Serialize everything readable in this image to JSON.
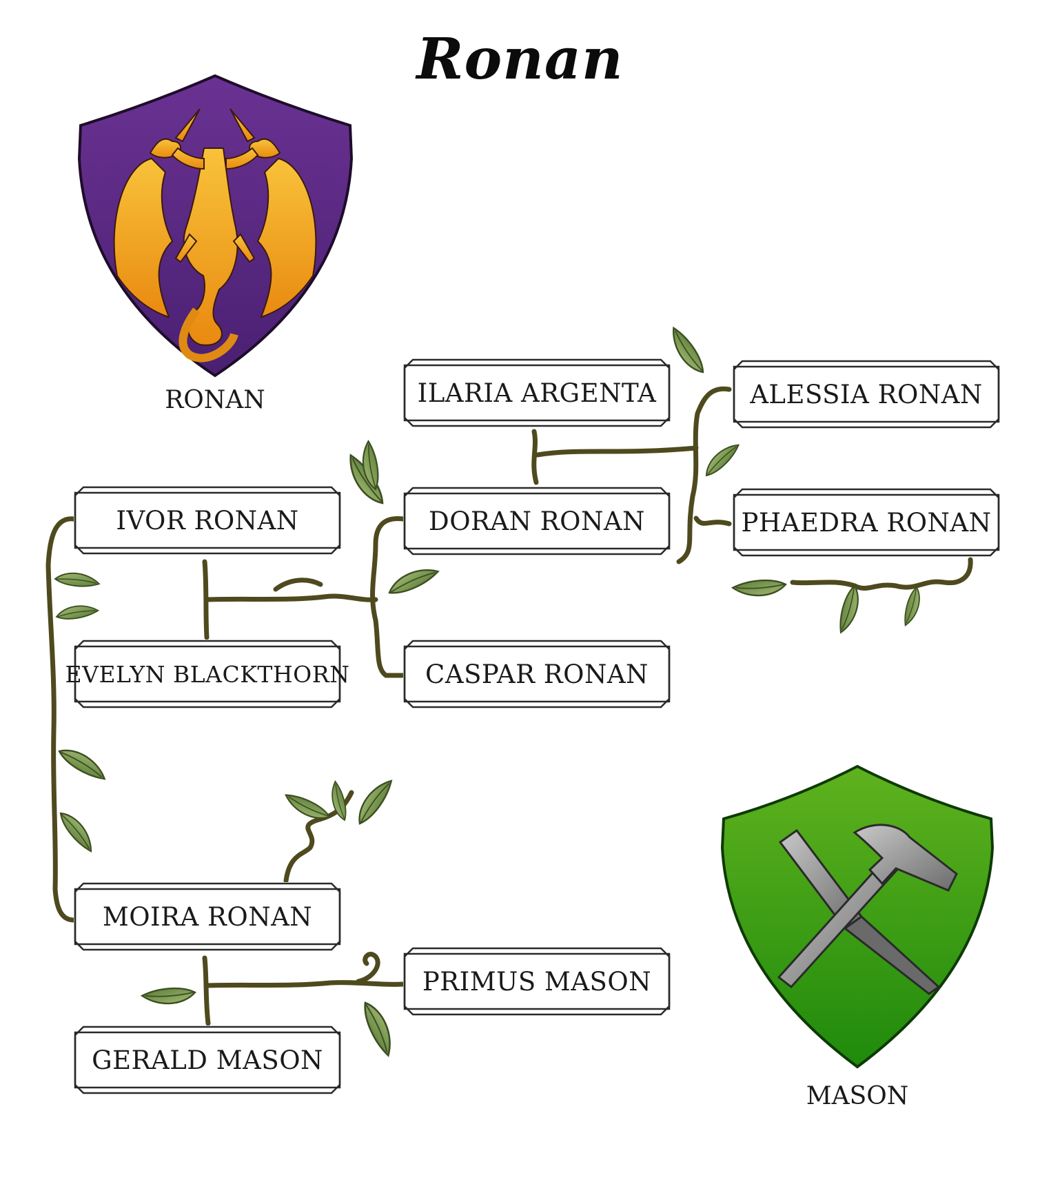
{
  "title": "Ronan",
  "houses": {
    "ronan": {
      "label": "RONAN",
      "colors": {
        "field": "#5a2a86",
        "charge": "#f2a020"
      }
    },
    "mason": {
      "label": "MASON",
      "colors": {
        "field": "#2f9a12",
        "charge": "#9a9a9a"
      }
    }
  },
  "people": {
    "ilaria_argenta": "ILARIA ARGENTA",
    "alessia_ronan": "ALESSIA RONAN",
    "doran_ronan": "DORAN RONAN",
    "phaedra_ronan": "PHAEDRA RONAN",
    "ivor_ronan": "IVOR RONAN",
    "evelyn_blackthorn": "EVELYN BLACKTHORN",
    "caspar_ronan": "CASPAR RONAN",
    "moira_ronan": "MOIRA RONAN",
    "primus_mason": "PRIMUS MASON",
    "gerald_mason": "GERALD MASON"
  },
  "colors": {
    "vine": "#4e4a1e",
    "leaf": "#7a9a4a",
    "leaf_dark": "#4f6b2c",
    "box_border": "#2a2a2a"
  }
}
